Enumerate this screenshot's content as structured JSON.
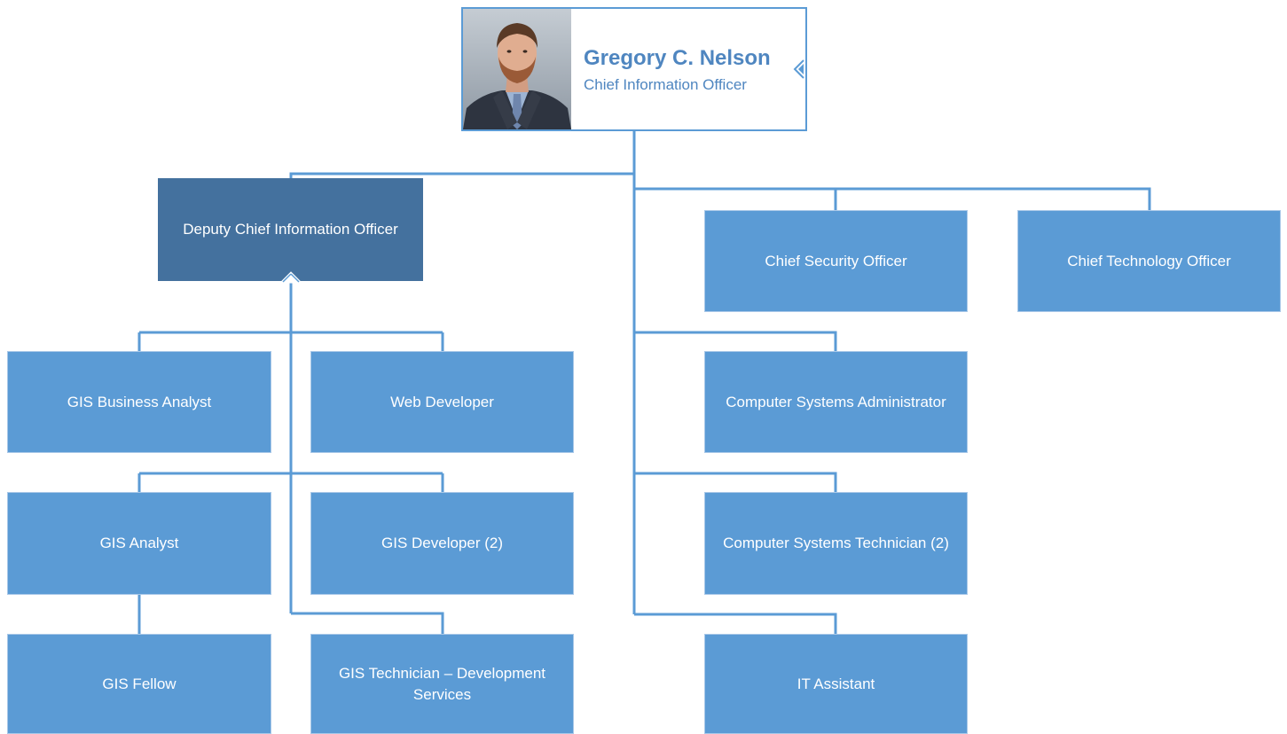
{
  "head": {
    "name": "Gregory C. Nelson",
    "title": "Chief Information Officer",
    "photo_icon": "portrait-photo"
  },
  "deputy": {
    "label": "Deputy Chief Information Officer"
  },
  "positions": {
    "chief_security_officer": "Chief Security Officer",
    "chief_technology_officer": "Chief Technology Officer",
    "gis_business_analyst": "GIS Business Analyst",
    "web_developer": "Web Developer",
    "gis_analyst": "GIS Analyst",
    "gis_developer": "GIS Developer (2)",
    "gis_fellow": "GIS Fellow",
    "gis_technician": "GIS Technician – Development Services",
    "computer_systems_administrator": "Computer Systems Administrator",
    "computer_systems_technician": "Computer Systems Technician (2)",
    "it_assistant": "IT Assistant"
  },
  "colors": {
    "box_fill": "#5b9bd5",
    "deputy_fill": "#44719e",
    "connector": "#5b9bd5",
    "head_text": "#4f86c0"
  }
}
